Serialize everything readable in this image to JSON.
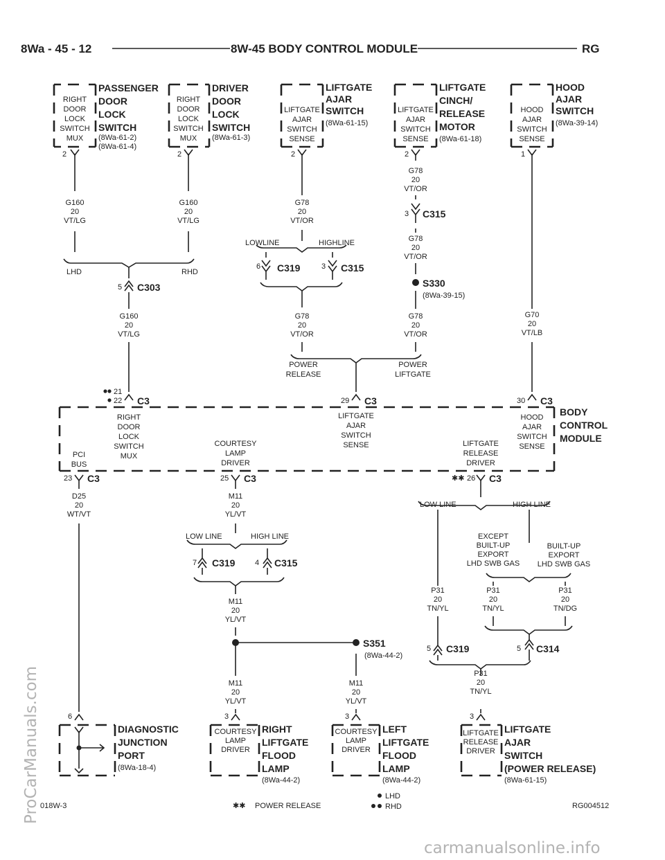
{
  "header": {
    "page": "8Wa - 45 - 12",
    "title": "8W-45 BODY CONTROL MODULE",
    "section": "RG"
  },
  "components": {
    "passenger_switch": {
      "box": [
        "RIGHT",
        "DOOR",
        "LOCK",
        "SWITCH",
        "MUX"
      ],
      "title": [
        "PASSENGER",
        "DOOR",
        "LOCK",
        "SWITCH"
      ],
      "refs": [
        "(8Wa-61-2)",
        "(8Wa-61-4)"
      ],
      "pin": "2"
    },
    "driver_switch": {
      "box": [
        "RIGHT",
        "DOOR",
        "LOCK",
        "SWITCH",
        "MUX"
      ],
      "title": [
        "DRIVER",
        "DOOR",
        "LOCK",
        "SWITCH"
      ],
      "refs": [
        "(8Wa-61-3)"
      ],
      "pin": "2"
    },
    "liftgate_ajar": {
      "box": [
        "LIFTGATE",
        "AJAR",
        "SWITCH",
        "SENSE"
      ],
      "title": [
        "LIFTGATE",
        "AJAR",
        "SWITCH"
      ],
      "refs": [
        "(8Wa-61-15)"
      ],
      "pin": "2"
    },
    "cinch_motor": {
      "box": [
        "LIFTGATE",
        "AJAR",
        "SWITCH",
        "SENSE"
      ],
      "title": [
        "LIFTGATE",
        "CINCH/",
        "RELEASE",
        "MOTOR"
      ],
      "refs": [
        "(8Wa-61-18)"
      ],
      "pin": "2"
    },
    "hood_ajar": {
      "box": [
        "HOOD",
        "AJAR",
        "SWITCH",
        "SENSE"
      ],
      "title": [
        "HOOD",
        "AJAR",
        "SWITCH"
      ],
      "refs": [
        "(8Wa-39-14)"
      ],
      "pin": "1"
    },
    "bcm": {
      "title": [
        "BODY",
        "CONTROL",
        "MODULE"
      ],
      "labels": {
        "door_mux": [
          "RIGHT",
          "DOOR",
          "LOCK",
          "SWITCH",
          "MUX"
        ],
        "liftgate_sense": [
          "LIFTGATE",
          "AJAR",
          "SWITCH",
          "SENSE"
        ],
        "hood_sense": [
          "HOOD",
          "AJAR",
          "SWITCH",
          "SENSE"
        ],
        "pci": [
          "PCI",
          "BUS"
        ],
        "courtesy": [
          "COURTESY",
          "LAMP",
          "DRIVER"
        ],
        "release": [
          "LIFTGATE",
          "RELEASE",
          "DRIVER"
        ]
      }
    },
    "diag_port": {
      "title": [
        "DIAGNOSTIC",
        "JUNCTION",
        "PORT"
      ],
      "refs": [
        "(8Wa-18-4)"
      ],
      "pin": "6"
    },
    "right_lamp": {
      "box": [
        "COURTESY",
        "LAMP",
        "DRIVER"
      ],
      "title": [
        "RIGHT",
        "LIFTGATE",
        "FLOOD",
        "LAMP"
      ],
      "refs": [
        "(8Wa-44-2)"
      ],
      "pin": "3"
    },
    "left_lamp": {
      "box": [
        "COURTESY",
        "LAMP",
        "DRIVER"
      ],
      "title": [
        "LEFT",
        "LIFTGATE",
        "FLOOD",
        "LAMP"
      ],
      "refs": [
        "(8Wa-44-2)"
      ],
      "pin": "3"
    },
    "liftgate_release": {
      "box": [
        "LIFTGATE",
        "RELEASE",
        "DRIVER"
      ],
      "title": [
        "LIFTGATE",
        "AJAR",
        "SWITCH",
        "(POWER RELEASE)"
      ],
      "refs": [
        "(8Wa-61-15)"
      ],
      "pin": "3"
    }
  },
  "wires": {
    "g160_left": [
      "G160",
      "20",
      "VT/LG"
    ],
    "g160_right": [
      "G160",
      "20",
      "VT/LG"
    ],
    "g160_down": [
      "G160",
      "20",
      "VT/LG"
    ],
    "g78_a": [
      "G78",
      "20",
      "VT/OR"
    ],
    "g78_b": [
      "G78",
      "20",
      "VT/OR"
    ],
    "g78_c": [
      "G78",
      "20",
      "VT/OR"
    ],
    "g78_d": [
      "G78",
      "20",
      "VT/OR"
    ],
    "g78_e": [
      "G78",
      "20",
      "VT/OR"
    ],
    "g70": [
      "G70",
      "20",
      "VT/LB"
    ],
    "d25": [
      "D25",
      "20",
      "WT/VT"
    ],
    "m11_a": [
      "M11",
      "20",
      "YL/VT"
    ],
    "m11_b": [
      "M11",
      "20",
      "YL/VT"
    ],
    "m11_c": [
      "M11",
      "20",
      "YL/VT"
    ],
    "m11_d": [
      "M11",
      "20",
      "YL/VT"
    ],
    "p31_a": [
      "P31",
      "20",
      "TN/YL"
    ],
    "p31_b": [
      "P31",
      "20",
      "TN/YL"
    ],
    "p31_c": [
      "P31",
      "20",
      "TN/DG"
    ],
    "p31_d": [
      "P31",
      "20",
      "TN/YL"
    ]
  },
  "connectors": {
    "c303": {
      "name": "C303",
      "pin": "5"
    },
    "c319_a": {
      "name": "C319",
      "pin": "6"
    },
    "c315_a": {
      "name": "C315",
      "pin": "3"
    },
    "c315_top": {
      "name": "C315",
      "pin": "3"
    },
    "c3_22": {
      "name": "C3",
      "pin": "22",
      "pin2": "21"
    },
    "c3_29": {
      "name": "C3",
      "pin": "29"
    },
    "c3_30": {
      "name": "C3",
      "pin": "30"
    },
    "c3_23": {
      "name": "C3",
      "pin": "23"
    },
    "c3_25": {
      "name": "C3",
      "pin": "25"
    },
    "c3_26": {
      "name": "C3",
      "pin": "26"
    },
    "c319_b": {
      "name": "C319",
      "pin": "7"
    },
    "c315_b": {
      "name": "C315",
      "pin": "4"
    },
    "c319_c": {
      "name": "C319",
      "pin": "5"
    },
    "c314": {
      "name": "C314",
      "pin": "5"
    }
  },
  "splices": {
    "s330": {
      "name": "S330",
      "ref": "(8Wa-39-15)"
    },
    "s351": {
      "name": "S351",
      "ref": "(8Wa-44-2)"
    }
  },
  "options": {
    "lhd": "LHD",
    "rhd": "RHD",
    "lowline": "LOWLINE",
    "highline": "HIGHLINE",
    "power_release": [
      "POWER",
      "RELEASE"
    ],
    "power_liftgate": [
      "POWER",
      "LIFTGATE"
    ],
    "low_line": "LOW LINE",
    "high_line": "HIGH LINE",
    "except_export": [
      "EXCEPT",
      "BUILT-UP",
      "EXPORT",
      "LHD SWB GAS"
    ],
    "built_up_export": [
      "BUILT-UP",
      "EXPORT",
      "LHD SWB GAS"
    ]
  },
  "footer": {
    "left_code": "018W-3",
    "note": "POWER RELEASE",
    "legend_lhd": "LHD",
    "legend_rhd": "RHD",
    "right_code": "RG004512"
  },
  "watermarks": {
    "side": "ProCarManuals.com",
    "bottom": "carmanualsonline.info"
  }
}
